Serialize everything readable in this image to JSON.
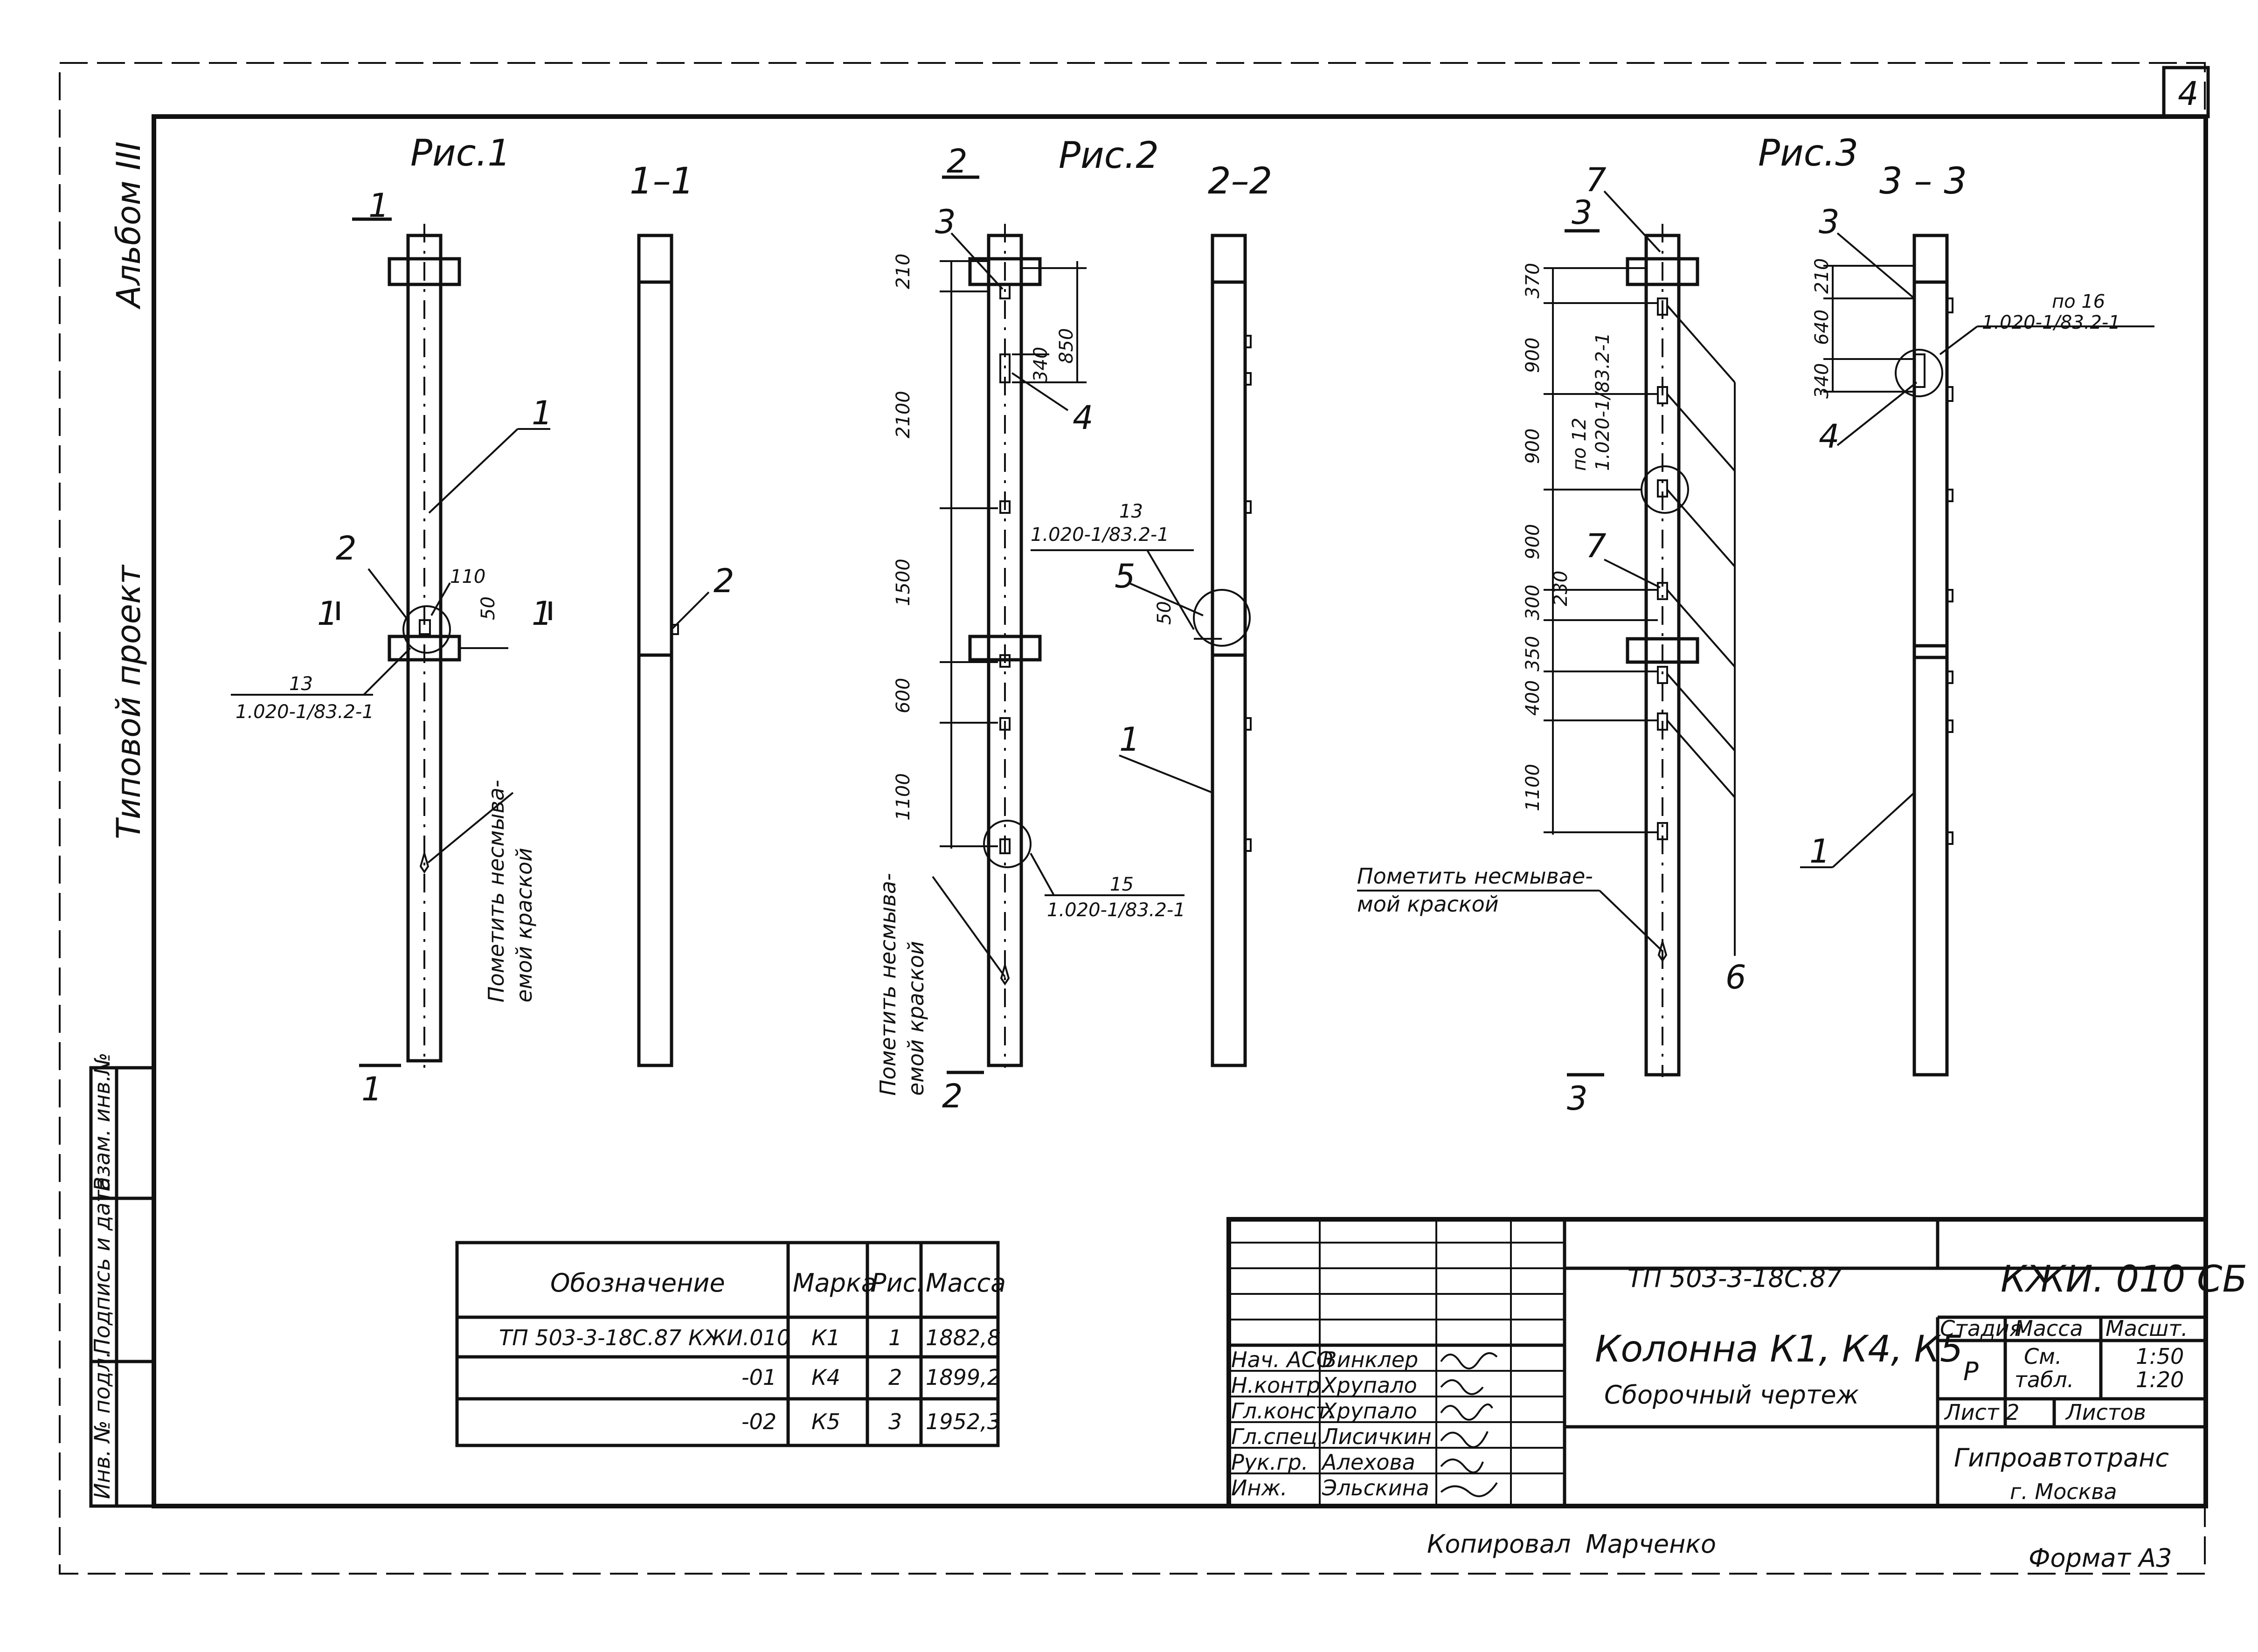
{
  "sheet_number": "4",
  "side_labels": {
    "album": "Альбом III",
    "project": "Типовой   проект"
  },
  "figures": {
    "fig1": {
      "title": "Рис.1",
      "section": "1–1",
      "cut": "1",
      "dim": "110",
      "dim2": "50",
      "pos1": "1",
      "pos2": "2",
      "ref": "13",
      "ref_code": "1.020-1/83.2-1",
      "note_line1": "Пометить несмыва-",
      "note_line2": "емой краской"
    },
    "fig2": {
      "title": "Рис.2",
      "section": "2–2",
      "cut": "2",
      "pos3": "3",
      "pos4": "4",
      "pos5": "5",
      "pos1": "1",
      "dims": [
        "210",
        "2100",
        "1500",
        "600",
        "1100"
      ],
      "dim_850": "850",
      "dim_340": "340",
      "dim_50": "50",
      "ref13": "13",
      "ref15": "15",
      "ref_code": "1.020-1/83.2-1",
      "note_line1": "Пометить несмыва-",
      "note_line2": "емой краской"
    },
    "fig3": {
      "title": "Рис.3",
      "section": "3 – 3",
      "cut": "3",
      "pos7": "7",
      "pos3": "3",
      "pos4": "4",
      "pos1": "1",
      "pos6": "6",
      "dims": [
        "370",
        "900",
        "900",
        "900",
        "300",
        "350",
        "400",
        "1100"
      ],
      "dim_230": "230",
      "side_dims": [
        "210",
        "640",
        "340"
      ],
      "ref12": "по 12",
      "ref16": "по 16",
      "ref_code": "1.020-1/83.2-1",
      "note_line1": "Пометить несмывае-",
      "note_line2": "мой краской"
    }
  },
  "spec_table": {
    "headers": [
      "Обозначение",
      "Марка",
      "Рис.",
      "Масса"
    ],
    "rows": [
      [
        "ТП 503-3-18С.87  КЖИ.010",
        "К1",
        "1",
        "1882,8"
      ],
      [
        "-01",
        "К4",
        "2",
        "1899,2"
      ],
      [
        "-02",
        "К5",
        "3",
        "1952,3"
      ]
    ]
  },
  "left_strip": [
    "Инв. № подл.",
    "Подпись и дата",
    "Взам. инв.№"
  ],
  "title_block": {
    "project_code": "ТП 503-3-18С.87",
    "doc_code": "КЖИ. 010 СБ",
    "title_line1": "Колонна К1, К4, К5",
    "title_line2": "Сборочный чертеж",
    "stage_header": "Стадия",
    "mass_header": "Масса",
    "scale_header": "Масшт.",
    "stage": "Р",
    "mass_line1": "См.",
    "mass_line2": "табл.",
    "scale_line1": "1:50",
    "scale_line2": "1:20",
    "sheet_label": "Лист 2",
    "sheets_label": "Листов",
    "org_line1": "Гипроавтотранс",
    "org_line2": "г. Москва",
    "staff": [
      {
        "role": "Нач. АСО",
        "name": "Винклер"
      },
      {
        "role": "Н.контр.",
        "name": "Хрупало"
      },
      {
        "role": "Гл.конст.",
        "name": "Хрупало"
      },
      {
        "role": "Гл.спец.",
        "name": "Лисичкин"
      },
      {
        "role": "Рук.гр.",
        "name": "Алехова"
      },
      {
        "role": "Инж.",
        "name": "Эльскина"
      }
    ]
  },
  "footer": {
    "copied": "Копировал",
    "copier": "Марченко",
    "format": "Формат А3"
  }
}
